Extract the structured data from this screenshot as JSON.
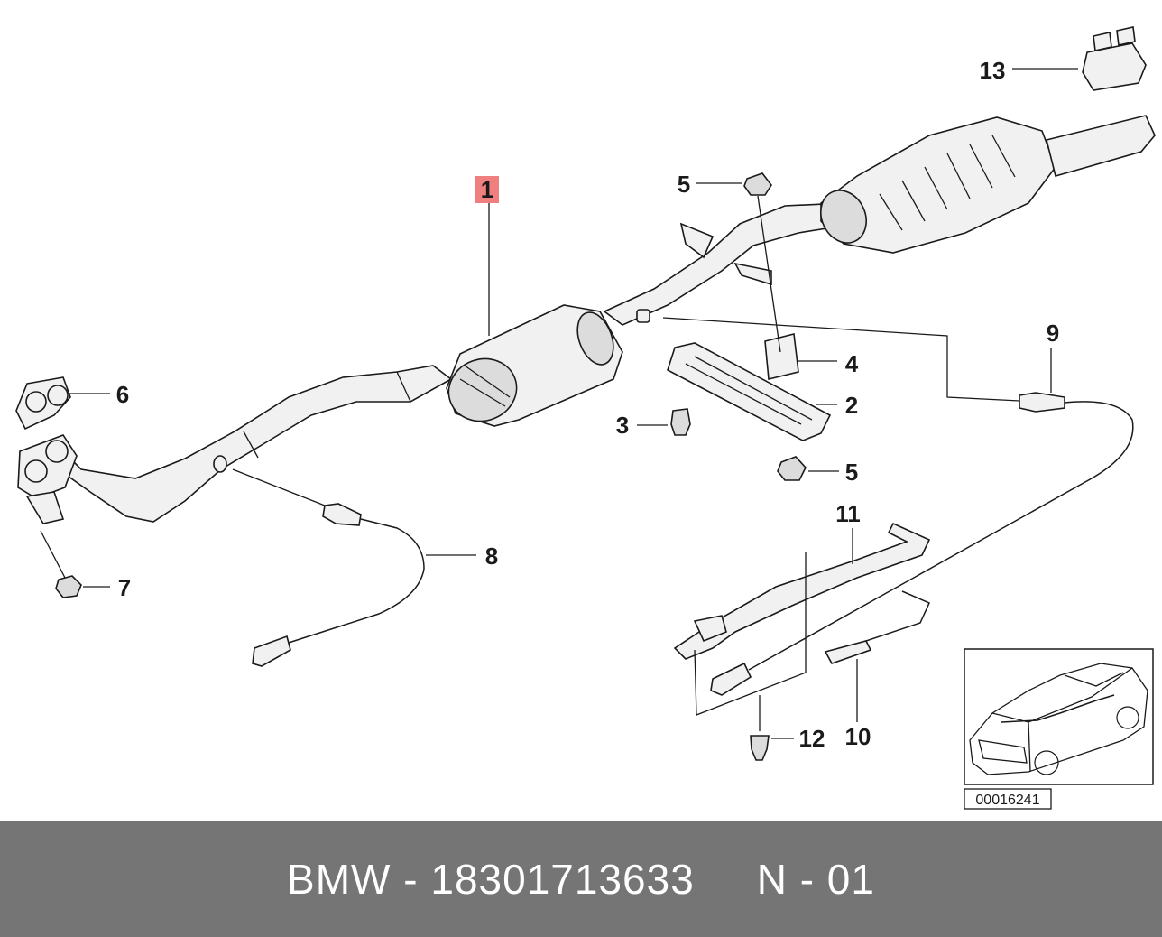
{
  "callouts": {
    "c1": "1",
    "c2": "2",
    "c3": "3",
    "c4": "4",
    "c5a": "5",
    "c5b": "5",
    "c6": "6",
    "c7": "7",
    "c8": "8",
    "c9": "9",
    "c10": "10",
    "c11": "11",
    "c12": "12",
    "c13": "13"
  },
  "highlight": {
    "part": "1",
    "color": "#f08080"
  },
  "inset": {
    "code": "00016241"
  },
  "footer": {
    "brand": "BMW",
    "separator": " - ",
    "part_number": "18301713633",
    "gap": "     ",
    "position": "N - 01",
    "background": "#757575"
  }
}
